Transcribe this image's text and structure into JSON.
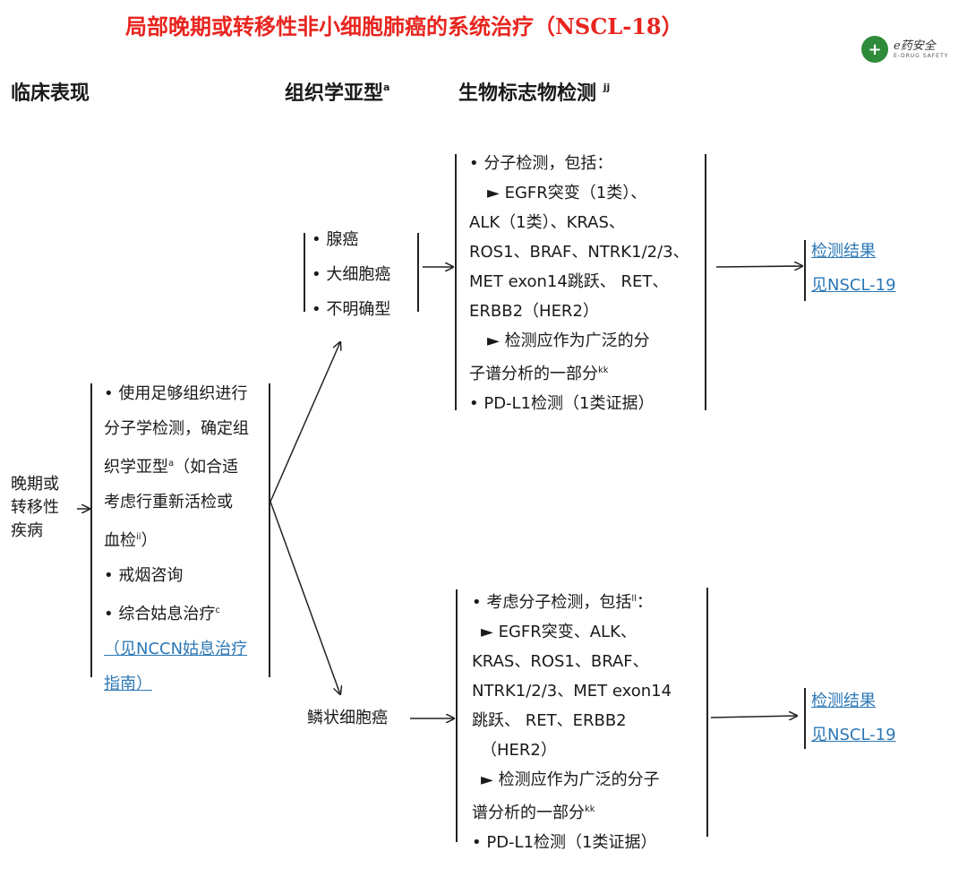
{
  "title": "局部晚期或转移性非小细胞肺癌的系统治疗（NSCL-18）",
  "logo": {
    "main": "e药安全",
    "sub": "E-DRUG SAFETY"
  },
  "headers": {
    "clinical": "临床表现",
    "histology": "组织学亚型",
    "histology_sup": "a",
    "biomarker": "生物标志物检测",
    "biomarker_sup": "jj"
  },
  "presentation": [
    "晚期或",
    "转移性",
    "疾病"
  ],
  "workup": {
    "line1": "• 使用足够组织进行",
    "line2": "分子学检测，确定组",
    "line3": "织学亚型",
    "line3_sup": "a",
    "line3_rest": "（如合适",
    "line4": "考虑行重新活检或",
    "line5": "血检",
    "line5_sup": "ii",
    "line5_rest": "）",
    "line6": "• 戒烟咨询",
    "line7": "• 综合姑息治疗",
    "line7_sup": "c",
    "link1": "（见NCCN姑息治疗",
    "link2": "指南）"
  },
  "nonsquamous": [
    "• 腺癌",
    "• 大细胞癌",
    "• 不明确型"
  ],
  "squamous": "鳞状细胞癌",
  "testing_top": {
    "line1": "•  分子检测，包括：",
    "line2": "►  EGFR突变（1类）、",
    "line3": "ALK（1类）、KRAS、",
    "line4": "ROS1、BRAF、NTRK1/2/3、",
    "line5": "MET exon14跳跃、 RET、",
    "line6": "ERBB2（HER2）",
    "line7": "►  检测应作为广泛的分",
    "line8": "子谱分析的一部分",
    "line8_sup": "kk",
    "line9": "• PD-L1检测（1类证据）"
  },
  "testing_bottom": {
    "line1": "• 考虑分子检测，包括",
    "line1_sup": "ll",
    "line1_rest": "：",
    "line2": "►  EGFR突变、ALK、",
    "line3": "KRAS、ROS1、BRAF、",
    "line4": "NTRK1/2/3、MET exon14",
    "line5": "跳跃、 RET、ERBB2",
    "line6": "（HER2）",
    "line7": "►  检测应作为广泛的分子",
    "line8": "谱分析的一部分",
    "line8_sup": "kk",
    "line9": "• PD-L1检测（1类证据）"
  },
  "results_top": {
    "line1": "检测结果",
    "line2": "见NSCL-19"
  },
  "results_bottom": {
    "line1": "检测结果",
    "line2": "见NSCL-19"
  },
  "colors": {
    "title": "#e8251f",
    "link": "#2b77b5",
    "logo": "#2e8b3a"
  }
}
